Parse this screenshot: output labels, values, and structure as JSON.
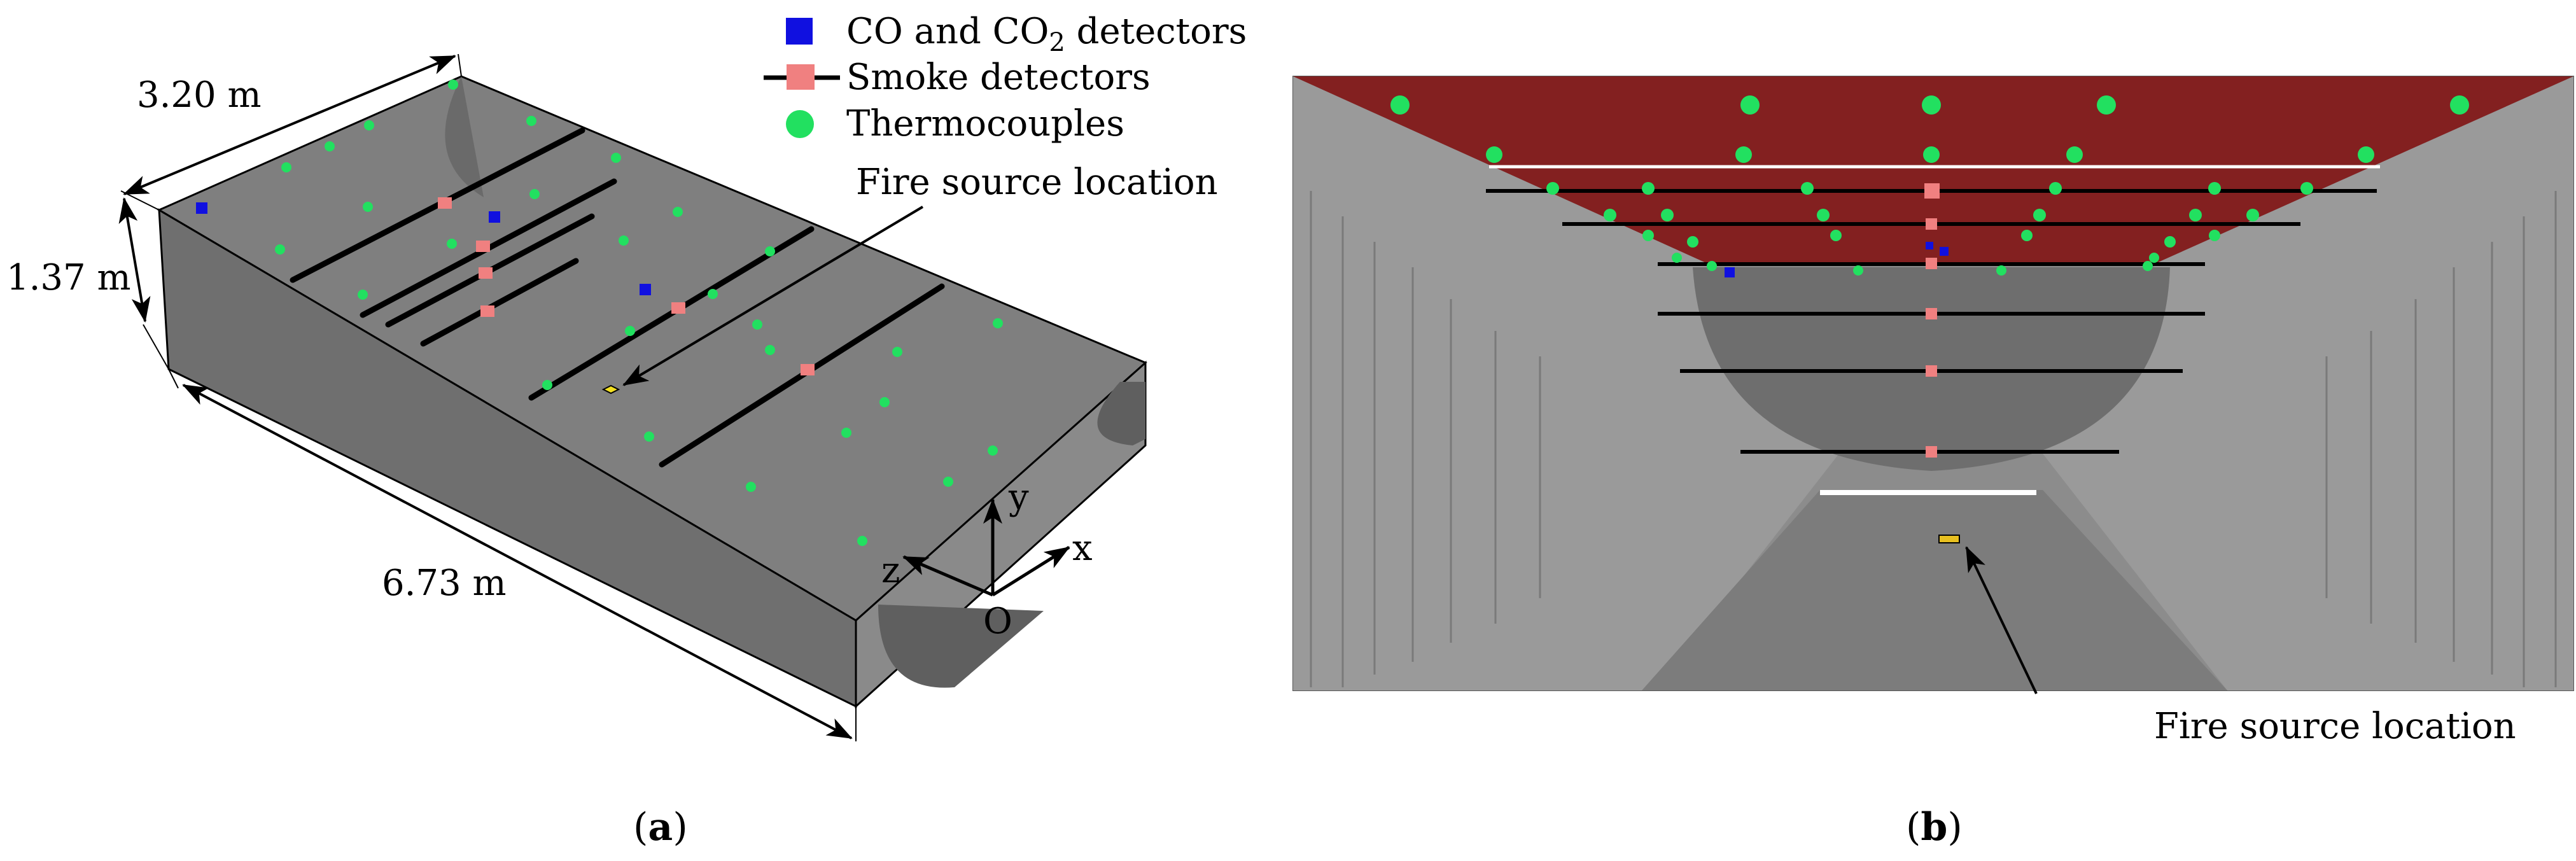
{
  "figure": {
    "panel_a_caption": {
      "open": "(",
      "letter": "a",
      "close": ")"
    },
    "panel_b_caption": {
      "open": "(",
      "letter": "b",
      "close": ")"
    }
  },
  "legend": {
    "co_detectors": {
      "pre": "CO and CO",
      "sub": "2",
      "post": " detectors",
      "color": "#1010e0"
    },
    "smoke_detectors": {
      "label": "Smoke detectors",
      "color": "#f08080"
    },
    "thermocouples": {
      "label": "Thermocouples",
      "color": "#22e060"
    }
  },
  "panel_a": {
    "width_label": "3.20 m",
    "height_label": "1.37 m",
    "length_label": "6.73 m",
    "fire_label": "Fire source location",
    "axis_x": "x",
    "axis_y": "y",
    "axis_z": "z",
    "origin": "O"
  },
  "panel_b": {
    "fire_label": "Fire source location",
    "colors": {
      "ceiling": "#832020",
      "wall": "#8a8a8a",
      "floor": "#7c7c7c"
    }
  }
}
